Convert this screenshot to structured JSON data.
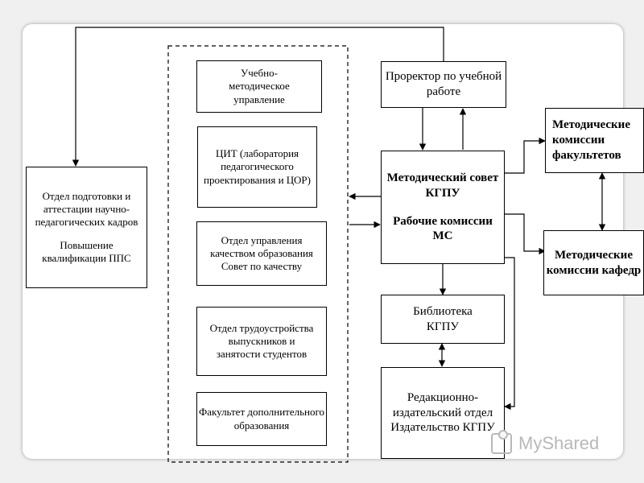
{
  "diagram": {
    "left": {
      "main": "Отдел подготовки и аттестации научно-педагогических кадров",
      "sub": "Повышение квалификации ППС"
    },
    "middle": [
      {
        "id": "umu",
        "text": "Учебно-методическое управление"
      },
      {
        "id": "cit",
        "text": "ЦИТ (лаборатория педагогического проектирования и ЦОР)"
      },
      {
        "id": "quality",
        "text": "Отдел управления качеством образования Совет по качеству"
      },
      {
        "id": "employment",
        "text": "Отдел трудоустройства выпускников и занятости студентов"
      },
      {
        "id": "fdo",
        "text": "Факультет дополнительного образования"
      }
    ],
    "prorector": "Проректор по учебной работе",
    "council": {
      "title": "Методический совет КГПУ",
      "sub": "Рабочие комиссии МС"
    },
    "library": "Библиотека КГПУ",
    "publisher": "Редакционно-издательский отдел Издательство КГПУ",
    "commissions": {
      "faculties": "Методические комиссии факультетов",
      "departments": "Методические комиссии кафедр"
    }
  },
  "watermark": "MyShared"
}
